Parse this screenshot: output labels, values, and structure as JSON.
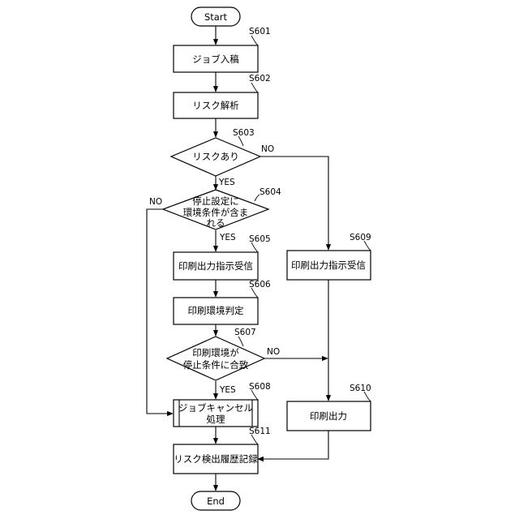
{
  "nodes": {
    "start": "Start",
    "s601": {
      "step": "S601",
      "label": "ジョブ入稿"
    },
    "s602": {
      "step": "S602",
      "label": "リスク解析"
    },
    "s603": {
      "step": "S603",
      "label": "リスクあり"
    },
    "s604": {
      "step": "S604",
      "line1": "停止設定に",
      "line2": "環境条件が含ま",
      "line3": "れる"
    },
    "s605": {
      "step": "S605",
      "label": "印刷出力指示受信"
    },
    "s606": {
      "step": "S606",
      "label": "印刷環境判定"
    },
    "s607": {
      "step": "S607",
      "line1": "印刷環境が",
      "line2": "停止条件に合致"
    },
    "s608": {
      "step": "S608",
      "line1": "ジョブキャンセル",
      "line2": "処理"
    },
    "s609": {
      "step": "S609",
      "label": "印刷出力指示受信"
    },
    "s610": {
      "step": "S610",
      "label": "印刷出力"
    },
    "s611": {
      "step": "S611",
      "label": "リスク検出履歴記録"
    },
    "end": "End"
  },
  "branches": {
    "s603_yes": "YES",
    "s603_no": "NO",
    "s604_yes": "YES",
    "s604_no": "NO",
    "s607_yes": "YES",
    "s607_no": "NO"
  }
}
